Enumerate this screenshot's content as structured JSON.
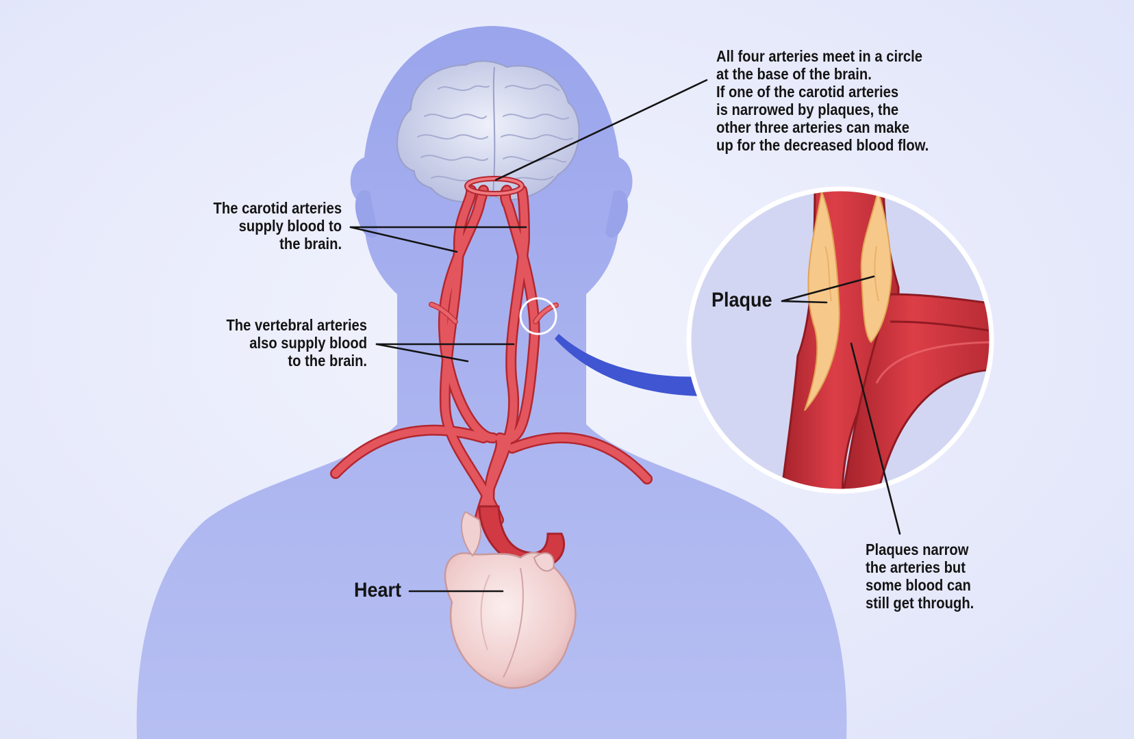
{
  "labels": {
    "circle_note": "All four arteries meet in a circle\nat the base of the brain.\nIf one of the carotid arteries\nis narrowed by plaques, the\nother three arteries can make\nup for the decreased blood flow.",
    "carotid": "The carotid arteries\nsupply blood to\nthe brain.",
    "vertebral": "The vertebral arteries\nalso supply blood\nto the brain.",
    "heart": "Heart",
    "plaque": "Plaque",
    "plaques_narrow": "Plaques narrow\nthe arteries but\nsome blood can\nstill get through."
  },
  "colors": {
    "background": "#e6e9fb",
    "body": "#a6b0ee",
    "artery": "#e4545c",
    "artery_dark": "#b32730",
    "plaque": "#f6c98a",
    "heart": "#f3d6d6",
    "arrow": "#3f55d1",
    "leader": "#141414"
  },
  "icons": [
    "brain-icon",
    "heart-icon",
    "arrow-icon"
  ]
}
